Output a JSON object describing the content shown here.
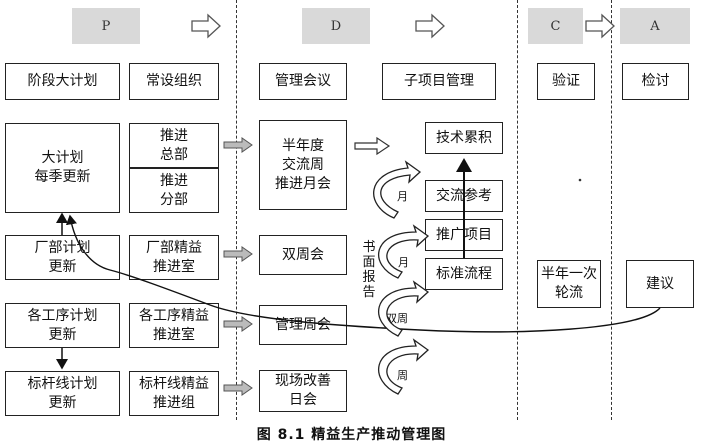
{
  "phases": {
    "p": "P",
    "d": "D",
    "c": "C",
    "a": "A"
  },
  "headers": {
    "stage_plan": "阶段大计划",
    "standing_org": "常设组织",
    "mgmt_meeting": "管理会议",
    "subproject_mgmt": "子项目管理",
    "verify": "验证",
    "review": "检讨"
  },
  "plans": {
    "big_plan": "大计划\n每季更新",
    "factory_plan": "厂部计划\n更新",
    "process_plan": "各工序计划\n更新",
    "benchmark_plan": "标杆线计划\n更新"
  },
  "orgs": {
    "hq": "推进\n总部",
    "branch": "推进\n分部",
    "factory_lean": "厂部精益\n推进室",
    "process_lean": "各工序精益\n推进室",
    "benchmark_lean": "标杆线精益\n推进组"
  },
  "meetings": {
    "half_year": "半年度\n交流周\n推进月会",
    "biweekly": "双周会",
    "management_weekly": "管理周会",
    "onsite": "现场改善\n日会"
  },
  "subprojects": {
    "tech_accum": "技术累积",
    "exchange_ref": "交流参考",
    "promote_project": "推广项目",
    "standard_flow": "标准流程"
  },
  "verification": "半年一次\n轮流",
  "suggestion": "建议",
  "written_report": "书\n面\n报\n告",
  "freq_labels": {
    "month1": "月",
    "month2": "月",
    "biweek": "双周",
    "week": "周"
  },
  "caption": "图 8.1    精益生产推动管理图"
}
